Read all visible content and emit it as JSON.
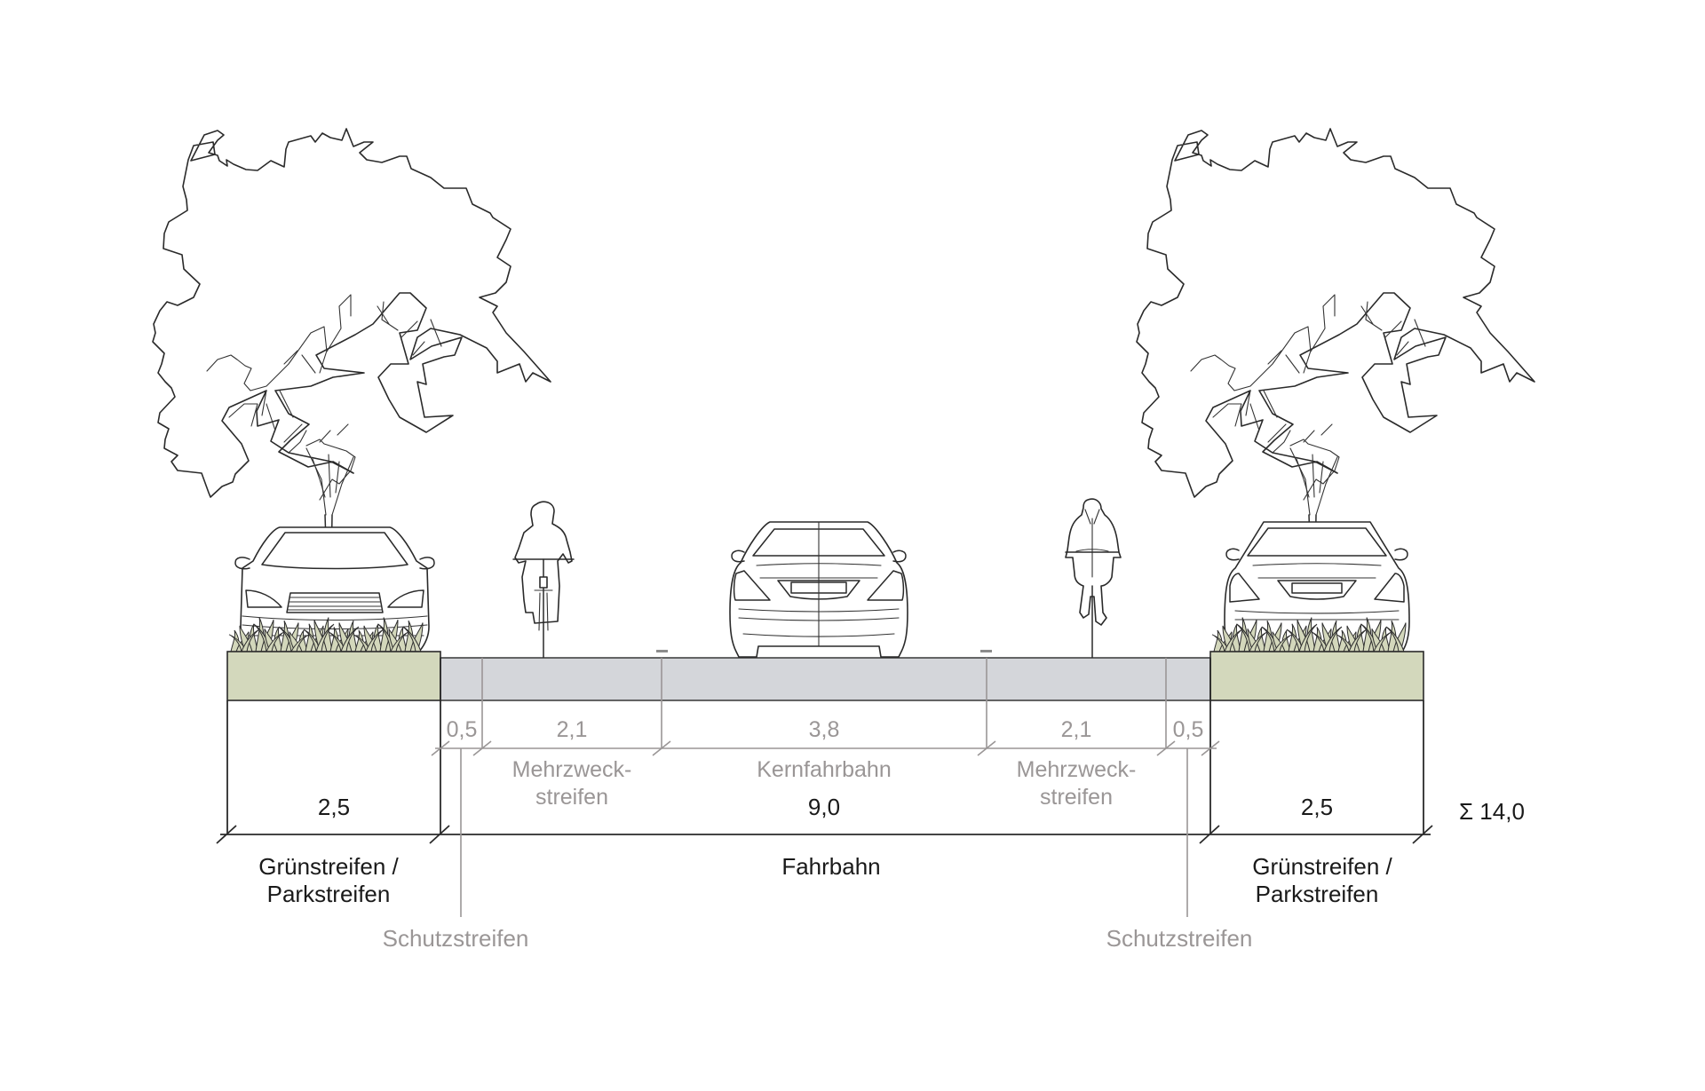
{
  "diagram": {
    "type": "street-cross-section",
    "total_label": "Σ 14,0",
    "colors": {
      "green_strip": "#d3d8bc",
      "roadway": "#d4d6da",
      "primary_text": "#1a1a1a",
      "secondary_text": "#9a9696",
      "line": "#2a2a2a",
      "secondary_line": "#9a9696"
    },
    "sub_segments": [
      {
        "id": "schutz-left",
        "width_label": "0,5",
        "width_m": 0.5
      },
      {
        "id": "mehrzweck-left",
        "width_label": "2,1",
        "width_m": 2.1,
        "name_line1": "Mehrzweck-",
        "name_line2": "streifen"
      },
      {
        "id": "kern",
        "width_label": "3,8",
        "width_m": 3.8,
        "name_line1": "Kernfahrbahn"
      },
      {
        "id": "mehrzweck-right",
        "width_label": "2,1",
        "width_m": 2.1,
        "name_line1": "Mehrzweck-",
        "name_line2": "streifen"
      },
      {
        "id": "schutz-right",
        "width_label": "0,5",
        "width_m": 0.5
      }
    ],
    "main_segments": [
      {
        "id": "green-left",
        "width_label": "2,5",
        "width_m": 2.5,
        "name_line1": "Grünstreifen /",
        "name_line2": "Parkstreifen"
      },
      {
        "id": "fahrbahn",
        "width_label": "9,0",
        "width_m": 9.0,
        "name_line1": "Fahrbahn"
      },
      {
        "id": "green-right",
        "width_label": "2,5",
        "width_m": 2.5,
        "name_line1": "Grünstreifen /",
        "name_line2": "Parkstreifen"
      }
    ],
    "callouts": {
      "left": "Schutzstreifen",
      "right": "Schutzstreifen"
    },
    "figures": [
      {
        "kind": "tree",
        "position": "left green strip"
      },
      {
        "kind": "parked-car-front",
        "position": "left green strip"
      },
      {
        "kind": "cyclist-front",
        "position": "left Mehrzweckstreifen"
      },
      {
        "kind": "car-rear",
        "position": "Kernfahrbahn"
      },
      {
        "kind": "cyclist-rear",
        "position": "right Mehrzweckstreifen"
      },
      {
        "kind": "tree",
        "position": "right green strip"
      },
      {
        "kind": "parked-car-rear",
        "position": "right green strip"
      }
    ]
  }
}
